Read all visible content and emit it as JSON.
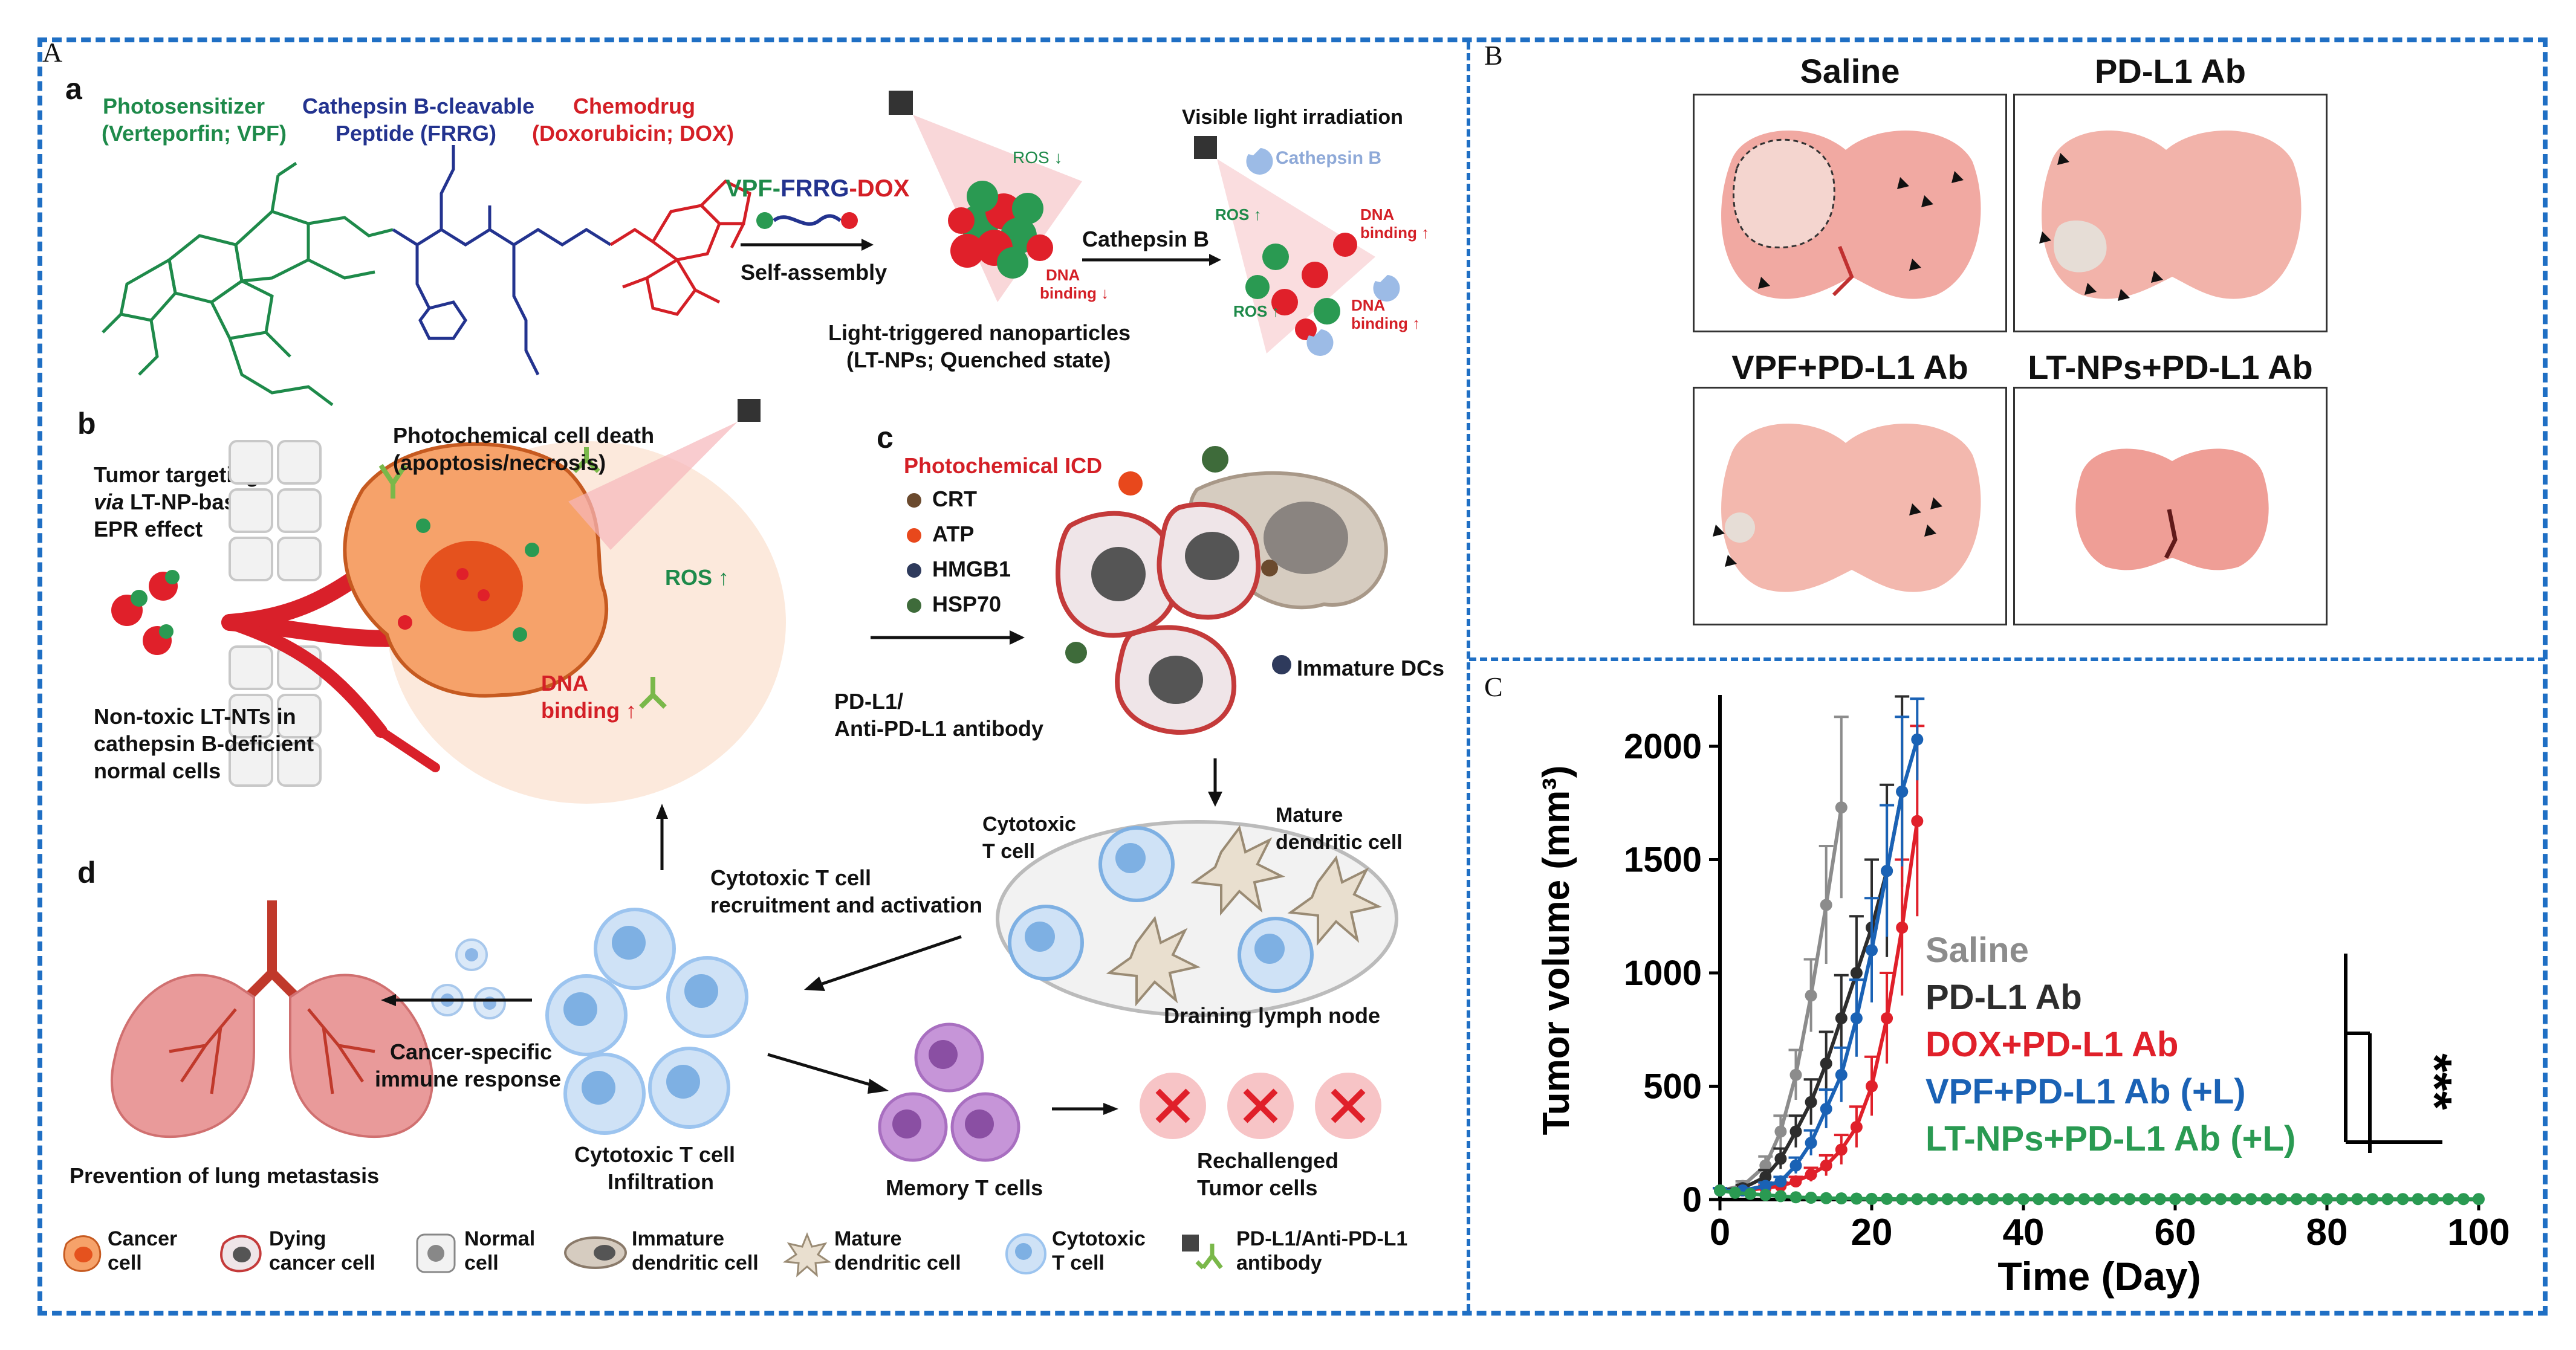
{
  "panels": {
    "A": "A",
    "B": "B",
    "C": "C"
  },
  "subpanels": {
    "a": "a",
    "b": "b",
    "c": "c",
    "d": "d"
  },
  "panelA": {
    "photosensitizer": "Photosensitizer",
    "photosensitizer_name": "(Verteporfin; VPF)",
    "peptide": "Cathepsin B-cleavable",
    "peptide_name": "Peptide (FRRG)",
    "chemodrug": "Chemodrug",
    "chemodrug_name": "(Doxorubicin; DOX)",
    "conj_vpf": "VPF-",
    "conj_frrg": "FRRG",
    "conj_dox": "-DOX",
    "self_assembly": "Self-assembly",
    "ros_down": "ROS ↓",
    "dna_binding_down_1": "DNA",
    "dna_binding_down_2": "binding ↓",
    "np_label_1": "Light-triggered nanoparticles",
    "np_label_2": "(LT-NPs; Quenched state)",
    "cathepsin_b": "Cathepsin B",
    "visible_light": "Visible light irradiation",
    "cathepsin_b_legend": "Cathepsin B",
    "ros_up_1": "ROS ↑",
    "ros_up_2": "ROS ↑",
    "dna_up_a1": "DNA",
    "dna_up_a2": "binding ↑",
    "dna_up_b1": "DNA",
    "dna_up_b2": "binding ↑",
    "tumor_targeting_1": "Tumor targeting",
    "tumor_targeting_2a": "via",
    "tumor_targeting_2b": " LT-NP-based",
    "tumor_targeting_3": "EPR effect",
    "photochem_death_1": "Photochemical cell death",
    "photochem_death_2": "(apoptosis/necrosis)",
    "ros_cell": "ROS ↑",
    "dna_cell_1": "DNA",
    "dna_cell_2": "binding ↑",
    "nontoxic_1": "Non-toxic LT-NTs in",
    "nontoxic_2": "cathepsin B-deficient",
    "nontoxic_3": "normal cells",
    "pdl1_1": "PD-L1/",
    "pdl1_2": "Anti-PD-L1 antibody",
    "icd_title": "Photochemical ICD",
    "icd_items": [
      {
        "label": "CRT",
        "color": "#6b4a2e"
      },
      {
        "label": "ATP",
        "color": "#e8481c"
      },
      {
        "label": "HMGB1",
        "color": "#2e3a5c"
      },
      {
        "label": "HSP70",
        "color": "#3e6b3a"
      }
    ],
    "immature_dcs": "Immature DCs",
    "cytotoxic_t_1": "Cytotoxic",
    "cytotoxic_t_2": "T cell",
    "mature_dc_1": "Mature",
    "mature_dc_2": "dendritic cell",
    "recruit_1": "Cytotoxic T cell",
    "recruit_2": "recruitment and activation",
    "lymph_node": "Draining lymph node",
    "cancer_specific_1": "Cancer-specific",
    "cancer_specific_2": "immune response",
    "infiltration_1": "Cytotoxic T cell",
    "infiltration_2": "Infiltration",
    "memory_t": "Memory T cells",
    "rechallenged_1": "Rechallenged",
    "rechallenged_2": "Tumor cells",
    "prevention": "Prevention of lung metastasis",
    "legend": [
      {
        "l1": "Cancer",
        "l2": "cell"
      },
      {
        "l1": "Dying",
        "l2": "cancer cell"
      },
      {
        "l1": "Normal",
        "l2": "cell"
      },
      {
        "l1": "Immature",
        "l2": "dendritic cell"
      },
      {
        "l1": "Mature",
        "l2": "dendritic cell"
      },
      {
        "l1": "Cytotoxic",
        "l2": "T cell"
      },
      {
        "l1": "PD-L1/Anti-PD-L1",
        "l2": "antibody"
      }
    ]
  },
  "panelB": {
    "photos": [
      {
        "title": "Saline"
      },
      {
        "title": "PD-L1 Ab"
      },
      {
        "title": "VPF+PD-L1 Ab"
      },
      {
        "title": "LT-NPs+PD-L1 Ab"
      }
    ]
  },
  "chart_data": {
    "type": "line",
    "xlabel": "Time (Day)",
    "ylabel": "Tumor volume (mm³)",
    "xlim": [
      0,
      100
    ],
    "ylim": [
      0,
      2200
    ],
    "xticks": [
      0,
      20,
      40,
      60,
      80,
      100
    ],
    "yticks": [
      0,
      500,
      1000,
      1500,
      2000
    ],
    "significance": "***",
    "series": [
      {
        "name": "Saline",
        "color": "#8c8c8c",
        "x": [
          0,
          3,
          6,
          8,
          10,
          12,
          14,
          16
        ],
        "y": [
          40,
          60,
          150,
          300,
          550,
          900,
          1300,
          1730
        ],
        "err": [
          10,
          20,
          40,
          70,
          110,
          160,
          260,
          400
        ]
      },
      {
        "name": "PD-L1 Ab",
        "color": "#2d2d2d",
        "x": [
          0,
          3,
          6,
          8,
          10,
          12,
          14,
          16,
          18,
          20,
          22,
          24
        ],
        "y": [
          40,
          50,
          100,
          180,
          300,
          430,
          600,
          800,
          1000,
          1200,
          1450,
          1800
        ],
        "err": [
          10,
          15,
          30,
          45,
          70,
          100,
          140,
          190,
          250,
          300,
          380,
          420
        ]
      },
      {
        "name": "DOX+PD-L1 Ab",
        "color": "#e0202a",
        "x": [
          0,
          3,
          6,
          8,
          10,
          12,
          14,
          16,
          18,
          20,
          22,
          24,
          26
        ],
        "y": [
          40,
          40,
          50,
          60,
          80,
          110,
          150,
          220,
          320,
          500,
          800,
          1200,
          1670
        ],
        "err": [
          10,
          10,
          12,
          15,
          20,
          30,
          45,
          65,
          90,
          130,
          200,
          300,
          420
        ]
      },
      {
        "name": "VPF+PD-L1 Ab (+L)",
        "color": "#1a62b5",
        "x": [
          0,
          3,
          6,
          8,
          10,
          12,
          14,
          16,
          18,
          20,
          22,
          24,
          26
        ],
        "y": [
          40,
          40,
          60,
          80,
          150,
          250,
          400,
          550,
          800,
          1100,
          1450,
          1800,
          2030
        ],
        "err": [
          10,
          10,
          15,
          20,
          35,
          55,
          85,
          120,
          170,
          230,
          290,
          330,
          180
        ]
      },
      {
        "name": "LT-NPs+PD-L1 Ab (+L)",
        "color": "#2a9a52",
        "x": [
          0,
          2,
          4,
          6,
          8,
          10,
          12,
          14,
          16,
          18,
          20,
          22,
          24,
          26,
          28,
          30,
          32,
          34,
          36,
          38,
          40,
          42,
          44,
          46,
          48,
          50,
          52,
          54,
          56,
          58,
          60,
          62,
          64,
          66,
          68,
          70,
          72,
          74,
          76,
          78,
          80,
          82,
          84,
          86,
          88,
          90,
          92,
          94,
          96,
          98,
          100
        ],
        "y": [
          40,
          30,
          25,
          20,
          15,
          10,
          8,
          6,
          5,
          4,
          3,
          3,
          2,
          2,
          2,
          2,
          2,
          2,
          2,
          2,
          2,
          2,
          2,
          2,
          2,
          2,
          2,
          2,
          2,
          2,
          2,
          2,
          2,
          2,
          2,
          2,
          2,
          2,
          2,
          2,
          2,
          2,
          2,
          2,
          2,
          2,
          2,
          2,
          2,
          2,
          2
        ],
        "err": []
      }
    ]
  }
}
